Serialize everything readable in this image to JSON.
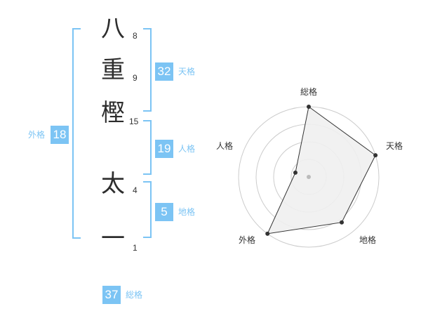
{
  "name": {
    "characters": [
      {
        "char": "八",
        "strokes": "8"
      },
      {
        "char": "重",
        "strokes": "9"
      },
      {
        "char": "樫",
        "strokes": "15"
      },
      {
        "char": "太",
        "strokes": "4"
      },
      {
        "char": "一",
        "strokes": "1"
      }
    ]
  },
  "scores": {
    "tenkaku": {
      "value": "32",
      "label": "天格"
    },
    "jinkaku": {
      "value": "19",
      "label": "人格"
    },
    "chikaku": {
      "value": "5",
      "label": "地格"
    },
    "gaikaku": {
      "value": "18",
      "label": "外格"
    },
    "soukaku": {
      "value": "37",
      "label": "総格"
    }
  },
  "radar": {
    "axes": [
      "総格",
      "天格",
      "地格",
      "外格",
      "人格"
    ],
    "levels": [
      5,
      5,
      4,
      5,
      1
    ],
    "max": 5,
    "rings": 4,
    "colors": {
      "ring": "#cccccc",
      "fill": "#f0f0f0",
      "line": "#333333",
      "point": "#333333",
      "center": "#bbbbbb"
    }
  },
  "colors": {
    "accent": "#7cc4f4",
    "text": "#2d2d2d"
  }
}
